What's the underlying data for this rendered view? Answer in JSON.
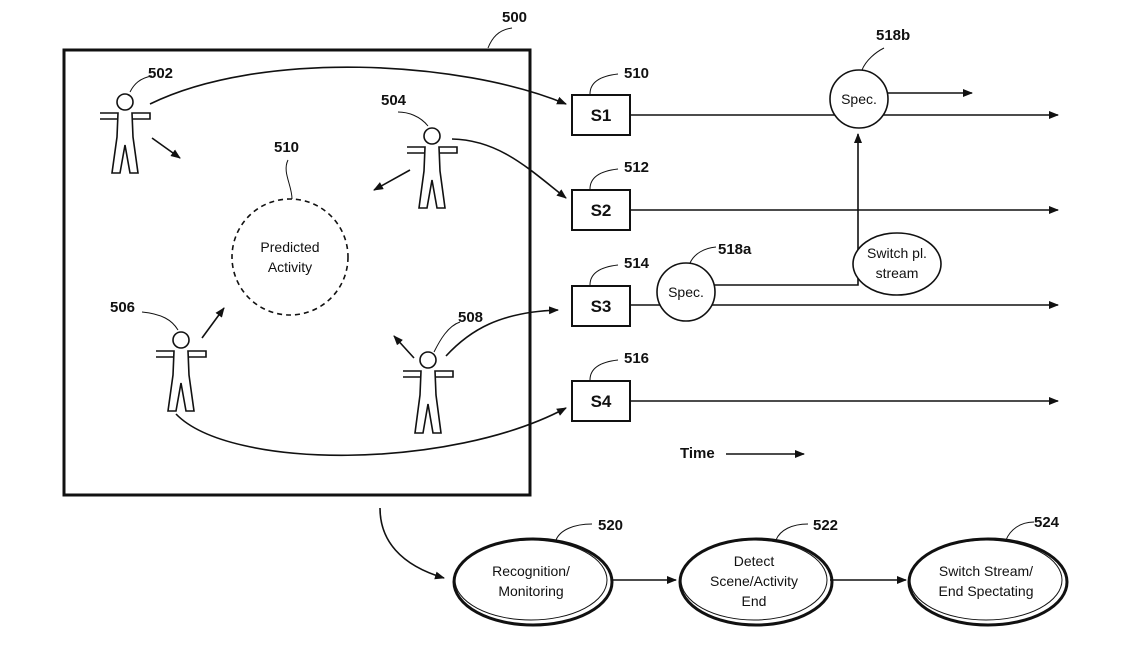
{
  "frame": {
    "ref": "500"
  },
  "people": [
    {
      "ref": "502"
    },
    {
      "ref": "504"
    },
    {
      "ref": "506"
    },
    {
      "ref": "508"
    }
  ],
  "predicted": {
    "ref": "510",
    "line1": "Predicted",
    "line2": "Activity"
  },
  "streams": [
    {
      "ref": "510",
      "label": "S1"
    },
    {
      "ref": "512",
      "label": "S2"
    },
    {
      "ref": "514",
      "label": "S3"
    },
    {
      "ref": "516",
      "label": "S4"
    }
  ],
  "spec_a": {
    "ref": "518a",
    "label": "Spec."
  },
  "spec_b": {
    "ref": "518b",
    "label": "Spec."
  },
  "switch_node": {
    "line1": "Switch pl.",
    "line2": "stream"
  },
  "time_label": "Time",
  "flow": [
    {
      "ref": "520",
      "line1": "Recognition/",
      "line2": "Monitoring",
      "line3": ""
    },
    {
      "ref": "522",
      "line1": "Detect",
      "line2": "Scene/Activity",
      "line3": "End"
    },
    {
      "ref": "524",
      "line1": "Switch Stream/",
      "line2": "End Spectating",
      "line3": ""
    }
  ]
}
